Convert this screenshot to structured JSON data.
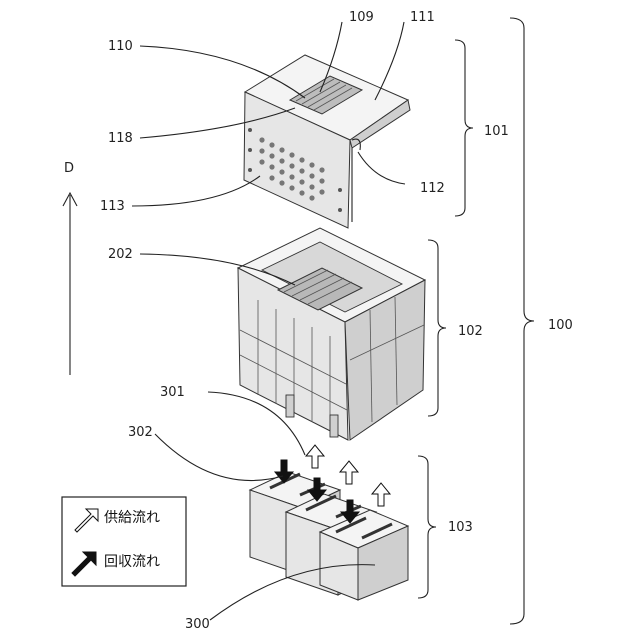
{
  "diagram": {
    "direction_label": "D",
    "refs": {
      "r100": "100",
      "r101": "101",
      "r102": "102",
      "r103": "103",
      "r109": "109",
      "r110": "110",
      "r111": "111",
      "r112": "112",
      "r113": "113",
      "r118": "118",
      "r202": "202",
      "r300": "300",
      "r301": "301",
      "r302": "302"
    },
    "legend": {
      "supply_label": "供給流れ",
      "recovery_label": "回収流れ"
    }
  }
}
